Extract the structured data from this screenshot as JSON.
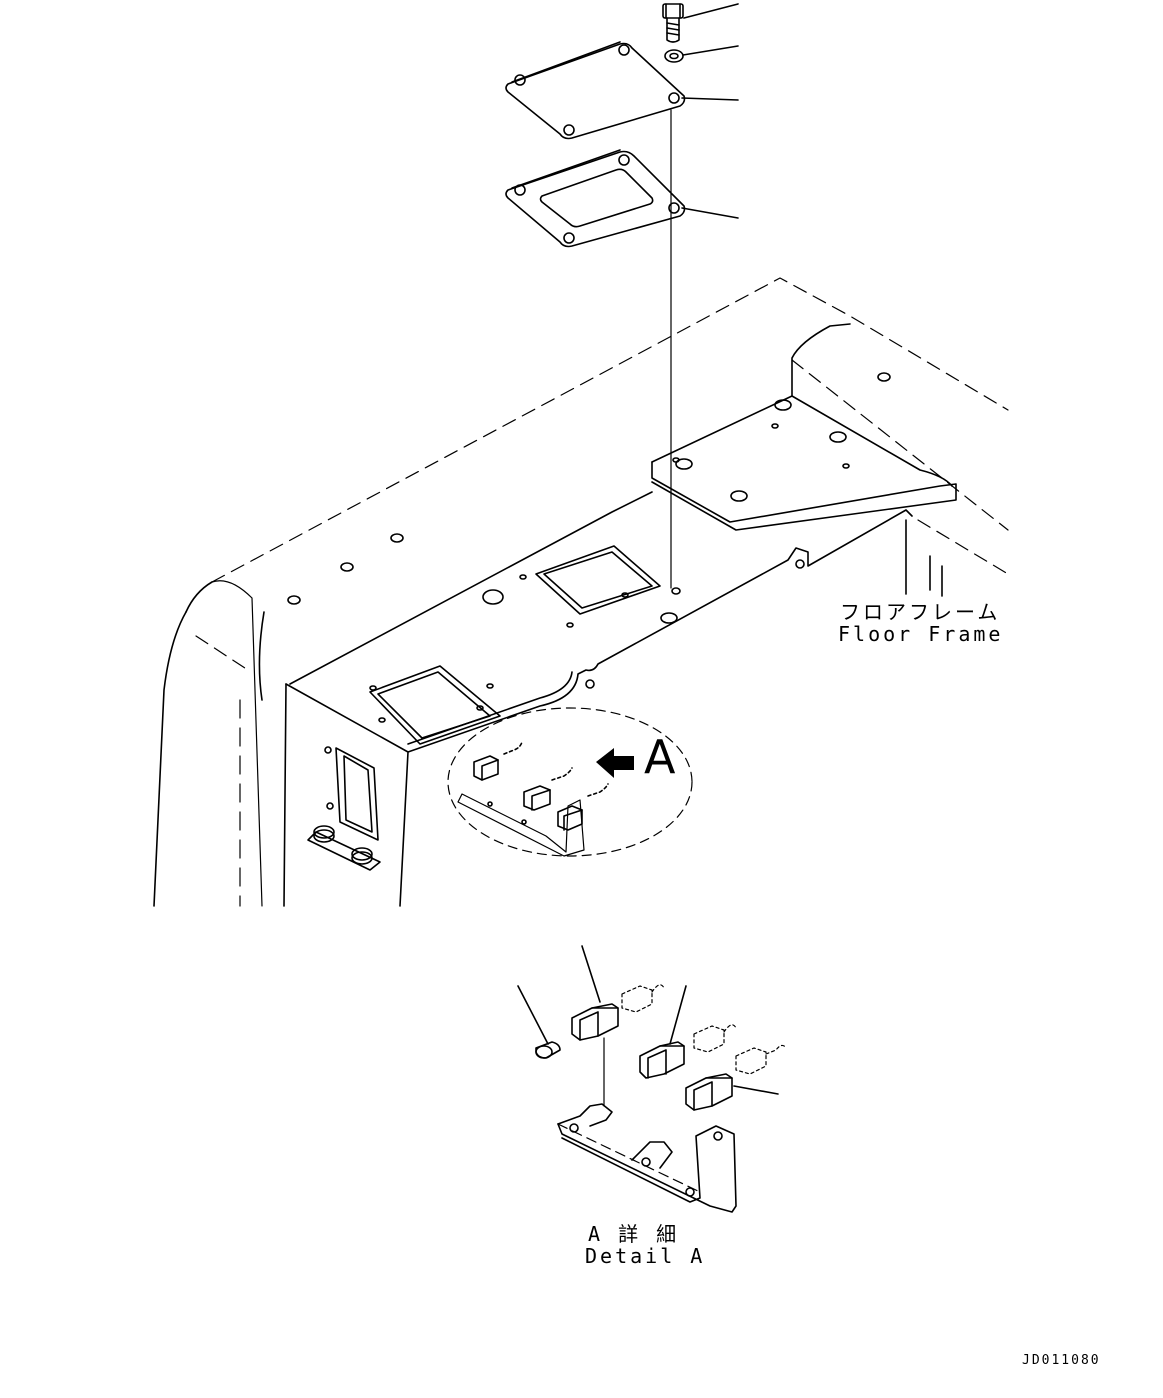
{
  "labels": {
    "floor_frame_jp": "フロアフレーム",
    "floor_frame_en": "Floor Frame",
    "view_marker": "A",
    "detail_jp": "A 詳 細",
    "detail_en": "Detail A",
    "drawing_id": "JD011080"
  },
  "colors": {
    "line": "#000000",
    "background": "#ffffff"
  }
}
